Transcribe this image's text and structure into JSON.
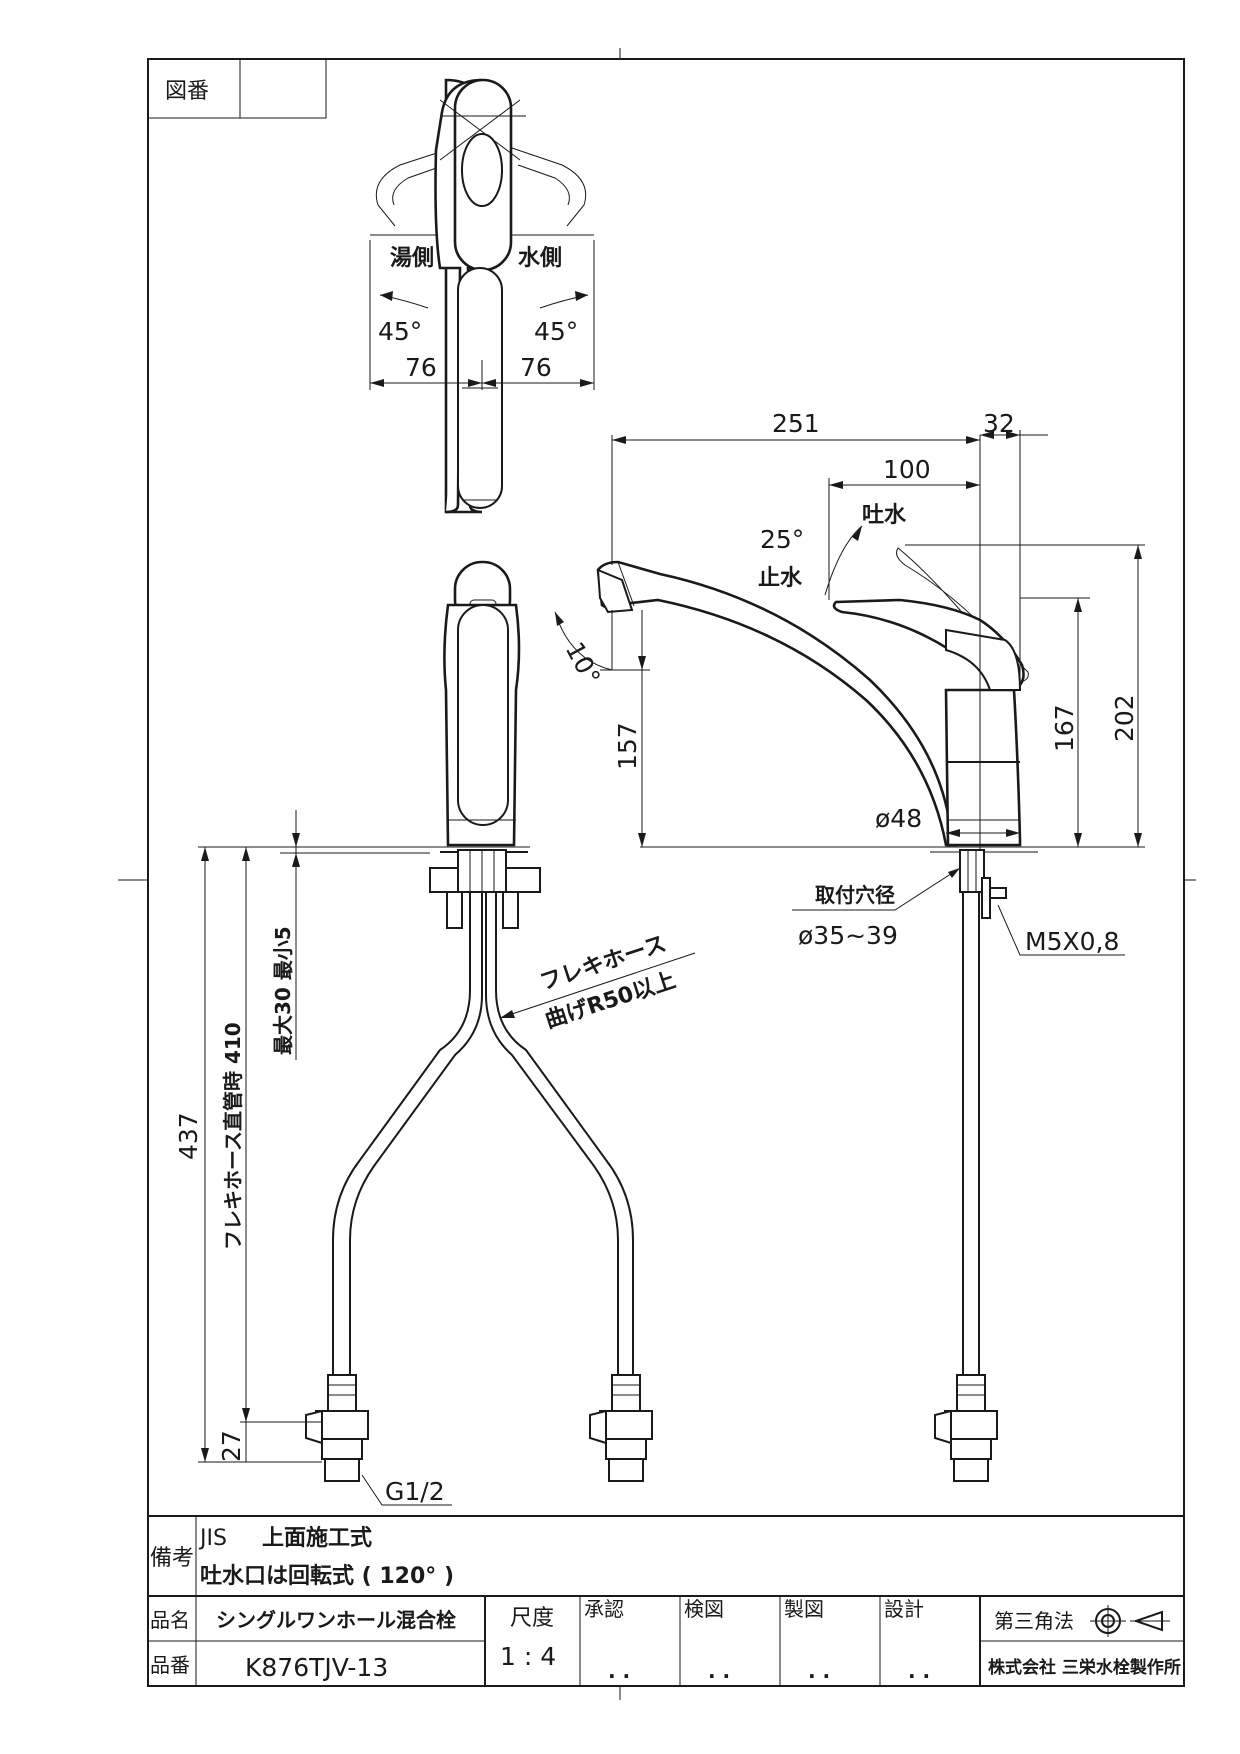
{
  "header": {
    "drawing_no_label": "図番",
    "drawing_no_value": ""
  },
  "top_view": {
    "hot_side": "湯側",
    "cold_side": "水側",
    "angle_left": "45°",
    "angle_right": "45°",
    "dim_left": "76",
    "dim_right": "76"
  },
  "side_view": {
    "dim_total_length": "251",
    "dim_32": "32",
    "dim_100": "100",
    "discharge": "吐水",
    "angle_25": "25°",
    "stop_water": "止水",
    "angle_10": "10°",
    "dim_157": "157",
    "dim_167": "167",
    "dim_202": "202",
    "dia_48": "ø48",
    "mount_hole_label": "取付穴径",
    "mount_hole_value": "ø35~39",
    "screw": "M5X0,8"
  },
  "front_view": {
    "dim_437": "437",
    "hose_straight": "フレキホース直管時 410",
    "max_min": "最大30  最小5",
    "flex_hose": "フレキホース",
    "bend_radius": "曲げR50以上",
    "dim_27": "27",
    "thread": "G1/2"
  },
  "notes": {
    "label": "備考",
    "line1_jis": "JIS",
    "line1": "上面施工式",
    "line2": "吐水口は回転式 ( 120° )"
  },
  "title_block": {
    "name_label": "品名",
    "name_value": "シングルワンホール混合栓",
    "number_label": "品番",
    "number_value": "K876TJV-13",
    "scale_label": "尺度",
    "scale_value": "1 : 4",
    "approve_label": "承認",
    "check_label": "検図",
    "draw_label": "製図",
    "design_label": "設計",
    "approve_date": ". .",
    "check_date": ". .",
    "draw_date": ". .",
    "design_date": ". .",
    "projection": "第三角法",
    "company": "株式会社 三栄水栓製作所"
  }
}
